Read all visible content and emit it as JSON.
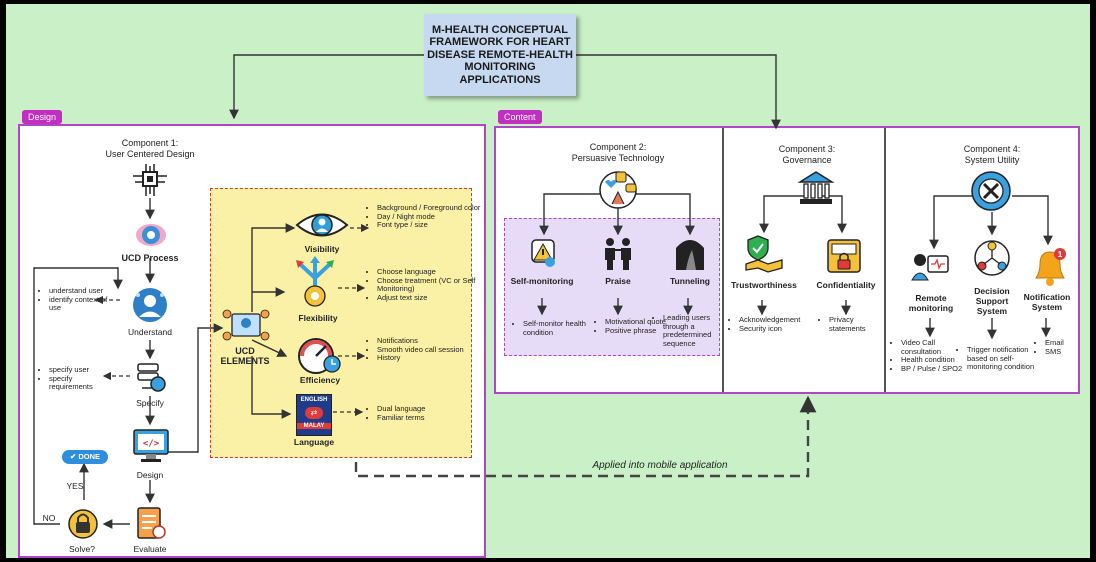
{
  "title": "M-HEALTH CONCEPTUAL FRAMEWORK FOR HEART DISEASE REMOTE-HEALTH MONITORING APPLICATIONS",
  "tags": {
    "design": "Design",
    "content": "Content"
  },
  "component1": {
    "title": "Component 1:\nUser Centered Design",
    "ucd_process": "UCD Process",
    "steps": {
      "understand": "Understand",
      "specify": "Specify",
      "design": "Design",
      "evaluate": "Evaluate",
      "solve": "Solve?"
    },
    "understand_notes": [
      "understand user",
      "identify context of use"
    ],
    "specify_notes": [
      "specify user",
      "specify requirements"
    ],
    "done": "DONE",
    "yes": "YES",
    "no": "NO",
    "ucd_elements": "UCD\nELEMENTS",
    "elements": [
      {
        "label": "Visibility",
        "notes": [
          "Background / Foreground color",
          "Day / Night mode",
          "Font type / size"
        ]
      },
      {
        "label": "Flexibility",
        "notes": [
          "Choose language",
          "Choose treatment (VC or Self Monitoring)",
          "Adjust text size"
        ]
      },
      {
        "label": "Efficiency",
        "notes": [
          "Notifications",
          "Smooth video call session",
          "History"
        ]
      },
      {
        "label": "Language",
        "notes": [
          "Dual language",
          "Familiar terms"
        ]
      }
    ],
    "lang_icon": {
      "top": "ENGLISH",
      "bottom": "MALAY"
    }
  },
  "component2": {
    "title": "Component 2:\nPersuasive Technology",
    "items": [
      {
        "label": "Self-monitoring",
        "notes": [
          "Self-monitor health condition"
        ]
      },
      {
        "label": "Praise",
        "notes": [
          "Motivational quote",
          "Positive phrase"
        ]
      },
      {
        "label": "Tunneling",
        "notes": [
          "Leading users through a predetermined sequence"
        ]
      }
    ]
  },
  "component3": {
    "title": "Component 3:\nGovernance",
    "items": [
      {
        "label": "Trustworthiness",
        "notes": [
          "Acknowledgement",
          "Security icon"
        ]
      },
      {
        "label": "Confidentiality",
        "notes": [
          "Privacy statements"
        ]
      }
    ]
  },
  "component4": {
    "title": "Component 4:\nSystem Utility",
    "items": [
      {
        "label": "Remote\nmonitoring",
        "notes": [
          "Video Call consultation",
          "Health condition",
          "BP / Pulse / SPO2"
        ]
      },
      {
        "label": "Decision\nSupport\nSystem",
        "notes": [
          "Trigger notification based on self-monitoring condition"
        ]
      },
      {
        "label": "Notification\nSystem",
        "notes": [
          "Email",
          "SMS"
        ]
      }
    ],
    "badge": "1"
  },
  "applied_label": "Applied into mobile application",
  "colors": {
    "background": "#c9f0c6",
    "panel_border": "#b146c4",
    "tag": "#c02fc0",
    "note": "#c6d9f0",
    "yellow": "#fbf1a6",
    "purple_box": "#e7dcf7"
  }
}
